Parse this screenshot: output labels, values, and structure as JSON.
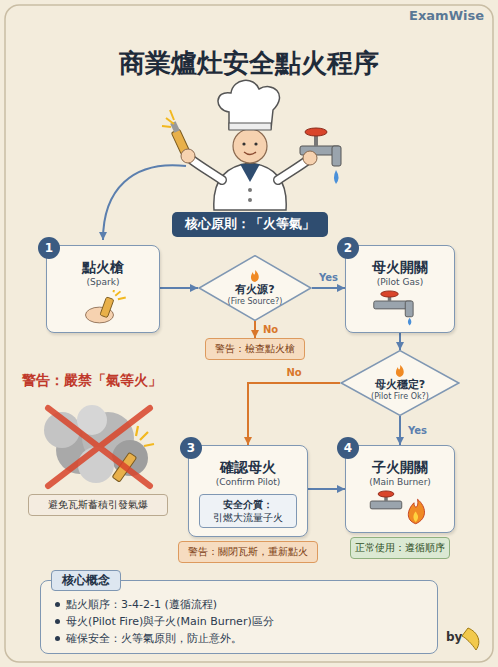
{
  "diagram": {
    "title": "商業爐灶安全點火程序",
    "nodes": [
      {
        "text": [
          "核心原則：「火等氣」"
        ]
      },
      {
        "text": [
          "1",
          "點火槍",
          "(Spark)"
        ]
      },
      {
        "text": [
          "有火源?",
          "(Fire Source?)"
        ]
      },
      {
        "text": [
          "2",
          "母火開關",
          "(Pilot Gas)"
        ]
      },
      {
        "text": [
          "警告：檢查點火槍"
        ]
      },
      {
        "text": [
          "母火穩定?",
          "(Pilot Fire Ok?)"
        ]
      },
      {
        "text": [
          "避免瓦斯蓄積引發氣爆"
        ]
      },
      {
        "text": [
          "3",
          "確認母火",
          "(Confirm Pilot)"
        ]
      },
      {
        "text": [
          "安全介質：",
          "引燃大流量子火"
        ],
        "in": 7
      },
      {
        "text": [
          "警告：關閉瓦斯，重新點火"
        ]
      },
      {
        "text": [
          "4",
          "子火開關",
          "(Main Burner)"
        ]
      },
      {
        "text": [
          "正常使用：遵循順序"
        ]
      },
      {
        "text": [
          "核心概念",
          "點火順序：3-4-2-1 (遵循流程)",
          "母火(Pilot Fire)與子火(Main Burner)區分",
          "確保安全：火等氣原則，防止意外。"
        ]
      }
    ],
    "edges": [
      {
        "from": 1,
        "to": 2,
        "arrow": "to"
      },
      {
        "from": 2,
        "to": 3,
        "label": "Yes",
        "arrow": "to"
      },
      {
        "from": 2,
        "to": 4,
        "label": "No",
        "arrow": "to"
      },
      {
        "from": 3,
        "to": 5,
        "arrow": "to"
      },
      {
        "from": 5,
        "to": 10,
        "label": "Yes",
        "arrow": "to"
      },
      {
        "from": 5,
        "to": 7,
        "label": "No",
        "arrow": "to"
      },
      {
        "from": 7,
        "to": 10,
        "arrow": "to"
      }
    ],
    "labels": [
      "ExamWise",
      "警告：嚴禁「氣等火」",
      "by"
    ]
  }
}
